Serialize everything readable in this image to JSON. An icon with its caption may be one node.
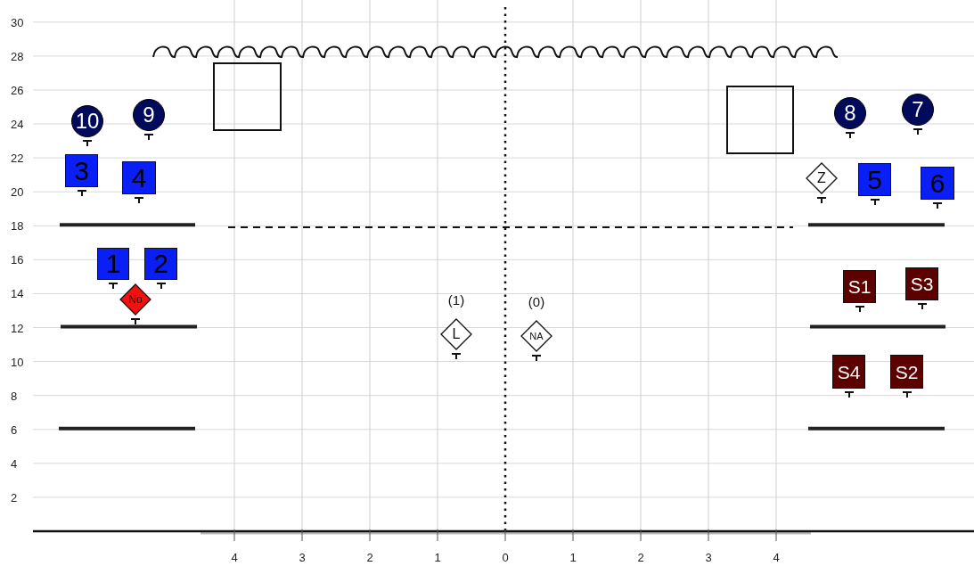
{
  "diagram": {
    "nodes": [
      {
        "text": [],
        "shape": "box"
      },
      {
        "text": [],
        "shape": "box"
      },
      {
        "text": [
          "10"
        ]
      },
      {
        "text": [
          "9"
        ]
      },
      {
        "text": [
          "8"
        ]
      },
      {
        "text": [
          "7"
        ]
      },
      {
        "text": [
          "3"
        ]
      },
      {
        "text": [
          "4"
        ]
      },
      {
        "text": [
          "Z"
        ]
      },
      {
        "text": [
          "5"
        ]
      },
      {
        "text": [
          "6"
        ]
      },
      {
        "text": [
          "1"
        ]
      },
      {
        "text": [
          "2"
        ]
      },
      {
        "text": [
          "S1"
        ]
      },
      {
        "text": [
          "S3"
        ]
      },
      {
        "text": [
          "No"
        ]
      },
      {
        "text": [
          "L"
        ],
        "beside": [
          "(1)"
        ]
      },
      {
        "text": [
          "NA"
        ],
        "beside": [
          "(0)"
        ]
      },
      {
        "text": [
          "S4"
        ]
      },
      {
        "text": [
          "S2"
        ]
      }
    ],
    "labels": [
      "30",
      "28",
      "26",
      "24",
      "22",
      "20",
      "18",
      "16",
      "14",
      "12",
      "10",
      "8",
      "6",
      "4",
      "2",
      "4",
      "3",
      "2",
      "1",
      "0",
      "1",
      "2",
      "3",
      "4"
    ]
  }
}
